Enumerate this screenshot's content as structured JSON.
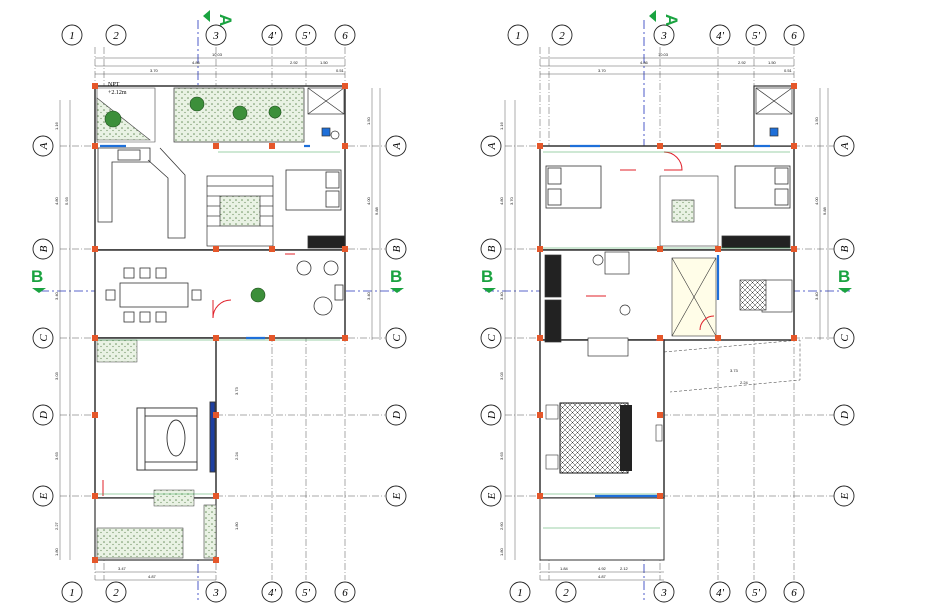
{
  "colors": {
    "section": "#1aa340",
    "wall": "#3a3a3a",
    "column": "#e5572a",
    "grid": "#444444",
    "axis_blue": "#2233bb",
    "window_blue": "#1e6fd9",
    "door_red": "#e0202a",
    "planter": "#2e7d32",
    "furniture": "#222222",
    "interior_green": "#3aa655"
  },
  "plans": [
    {
      "grid_top": [
        "1",
        "2",
        "3",
        "4'",
        "5'",
        "6"
      ],
      "grid_bottom": [
        "1",
        "2",
        "3",
        "4'",
        "5'",
        "6"
      ],
      "grid_left": [
        "A",
        "B",
        "C",
        "D",
        "E"
      ],
      "grid_right": [
        "A",
        "B",
        "C",
        "D",
        "E"
      ],
      "section_A_top": "A",
      "section_B_left": "B",
      "section_B_right": "B",
      "level_note": "NPT",
      "level_value": "+2.12m",
      "dims_top": [
        "10.03",
        "4.86",
        "3.70",
        "2.92",
        "1.50",
        "0.51"
      ],
      "dims_bottom": [
        "4.87",
        "3.47"
      ],
      "dims_left": [
        "1.16",
        "4.80",
        "5.93",
        "3.40",
        "3.03",
        "3.63",
        "2.27",
        "1.80"
      ],
      "dims_right": [
        "1.50",
        "4.00",
        "9.88",
        "3.40",
        "3.73",
        "2.24",
        "1.80"
      ]
    },
    {
      "grid_top": [
        "1",
        "2",
        "3",
        "4'",
        "5'",
        "6"
      ],
      "grid_bottom": [
        "1",
        "2",
        "3",
        "4'",
        "5'",
        "6"
      ],
      "grid_left": [
        "A",
        "B",
        "C",
        "D",
        "E"
      ],
      "grid_right": [
        "A",
        "B",
        "C",
        "D",
        "E"
      ],
      "section_A_top": "A",
      "section_B_left": "B",
      "section_B_right": "B",
      "dims_top": [
        "10.03",
        "4.86",
        "3.70",
        "2.92",
        "1.50",
        "0.51"
      ],
      "dims_bottom": [
        "4.87",
        "4.92",
        "2.12",
        "1.84"
      ],
      "dims_left": [
        "1.16",
        "4.80",
        "3.70",
        "3.40",
        "3.03",
        "3.63",
        "2.60",
        "1.80"
      ],
      "dims_right": [
        "1.50",
        "4.00",
        "9.88",
        "3.40",
        "3.73",
        "2.24"
      ]
    }
  ]
}
